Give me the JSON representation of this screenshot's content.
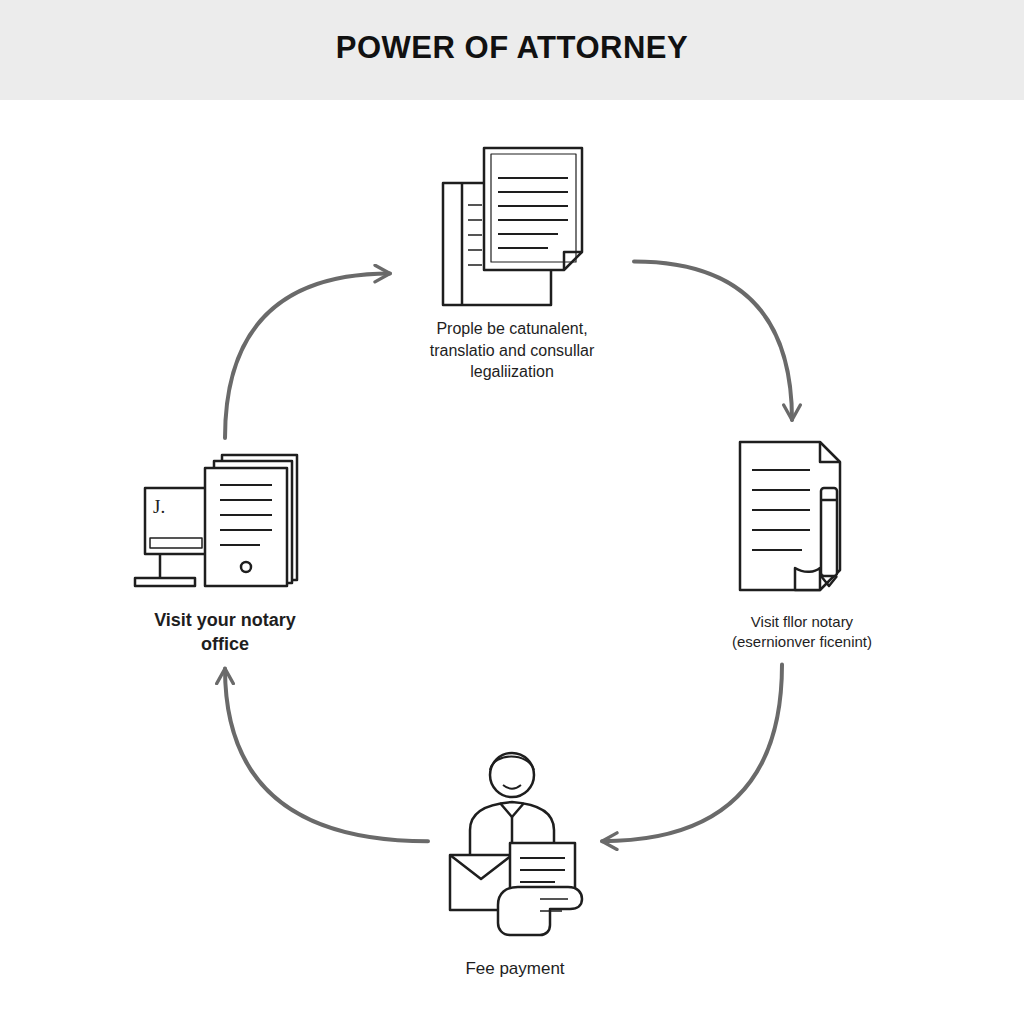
{
  "diagram": {
    "title": "POWER OF ATTORNEY",
    "nodes": [
      {
        "text": [
          "Prople be catunalent, translatio and consullar legaliization"
        ]
      },
      {
        "text": [
          "Visit fllor notary (esernionver ficenint)"
        ]
      },
      {
        "text": [
          "Fee payment"
        ]
      },
      {
        "text": [
          "Visit your notary office"
        ]
      }
    ],
    "edges": [
      {
        "from": 0,
        "to": 1,
        "arrow": "to"
      },
      {
        "from": 1,
        "to": 2,
        "arrow": "to"
      },
      {
        "from": 2,
        "to": 3,
        "arrow": "to"
      },
      {
        "from": 3,
        "to": 0,
        "arrow": "to"
      }
    ],
    "labels": [
      "J."
    ]
  }
}
